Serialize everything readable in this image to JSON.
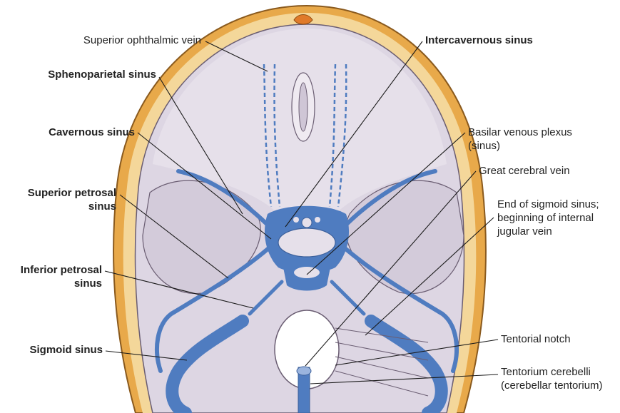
{
  "labels": {
    "superior_ophthalmic_vein": "Superior ophthalmic vein",
    "sphenoparietal_sinus": "Sphenoparietal sinus",
    "cavernous_sinus": "Cavernous sinus",
    "superior_petrosal_sinus_1": "Superior petrosal",
    "superior_petrosal_sinus_2": "sinus",
    "inferior_petrosal_sinus_1": "Inferior petrosal",
    "inferior_petrosal_sinus_2": "sinus",
    "sigmoid_sinus": "Sigmoid sinus",
    "intercavernous_sinus": "Intercavernous sinus",
    "basilar_venous_plexus_1": "Basilar venous plexus",
    "basilar_venous_plexus_2": "(sinus)",
    "great_cerebral_vein": "Great cerebral vein",
    "end_sigmoid_1": "End of sigmoid sinus;",
    "end_sigmoid_2": "beginning of internal",
    "end_sigmoid_3": "jugular vein",
    "tentorial_notch": "Tentorial notch",
    "tentorium_1": "Tentorium cerebelli",
    "tentorium_2": "(cerebellar tentorium)"
  },
  "colors": {
    "skull_outer": "#e8a94a",
    "skull_inner": "#f4d79a",
    "fossa": "#ddd6e3",
    "sinus_blue": "#4f7cc0",
    "leader_line": "#1a1a1a"
  }
}
